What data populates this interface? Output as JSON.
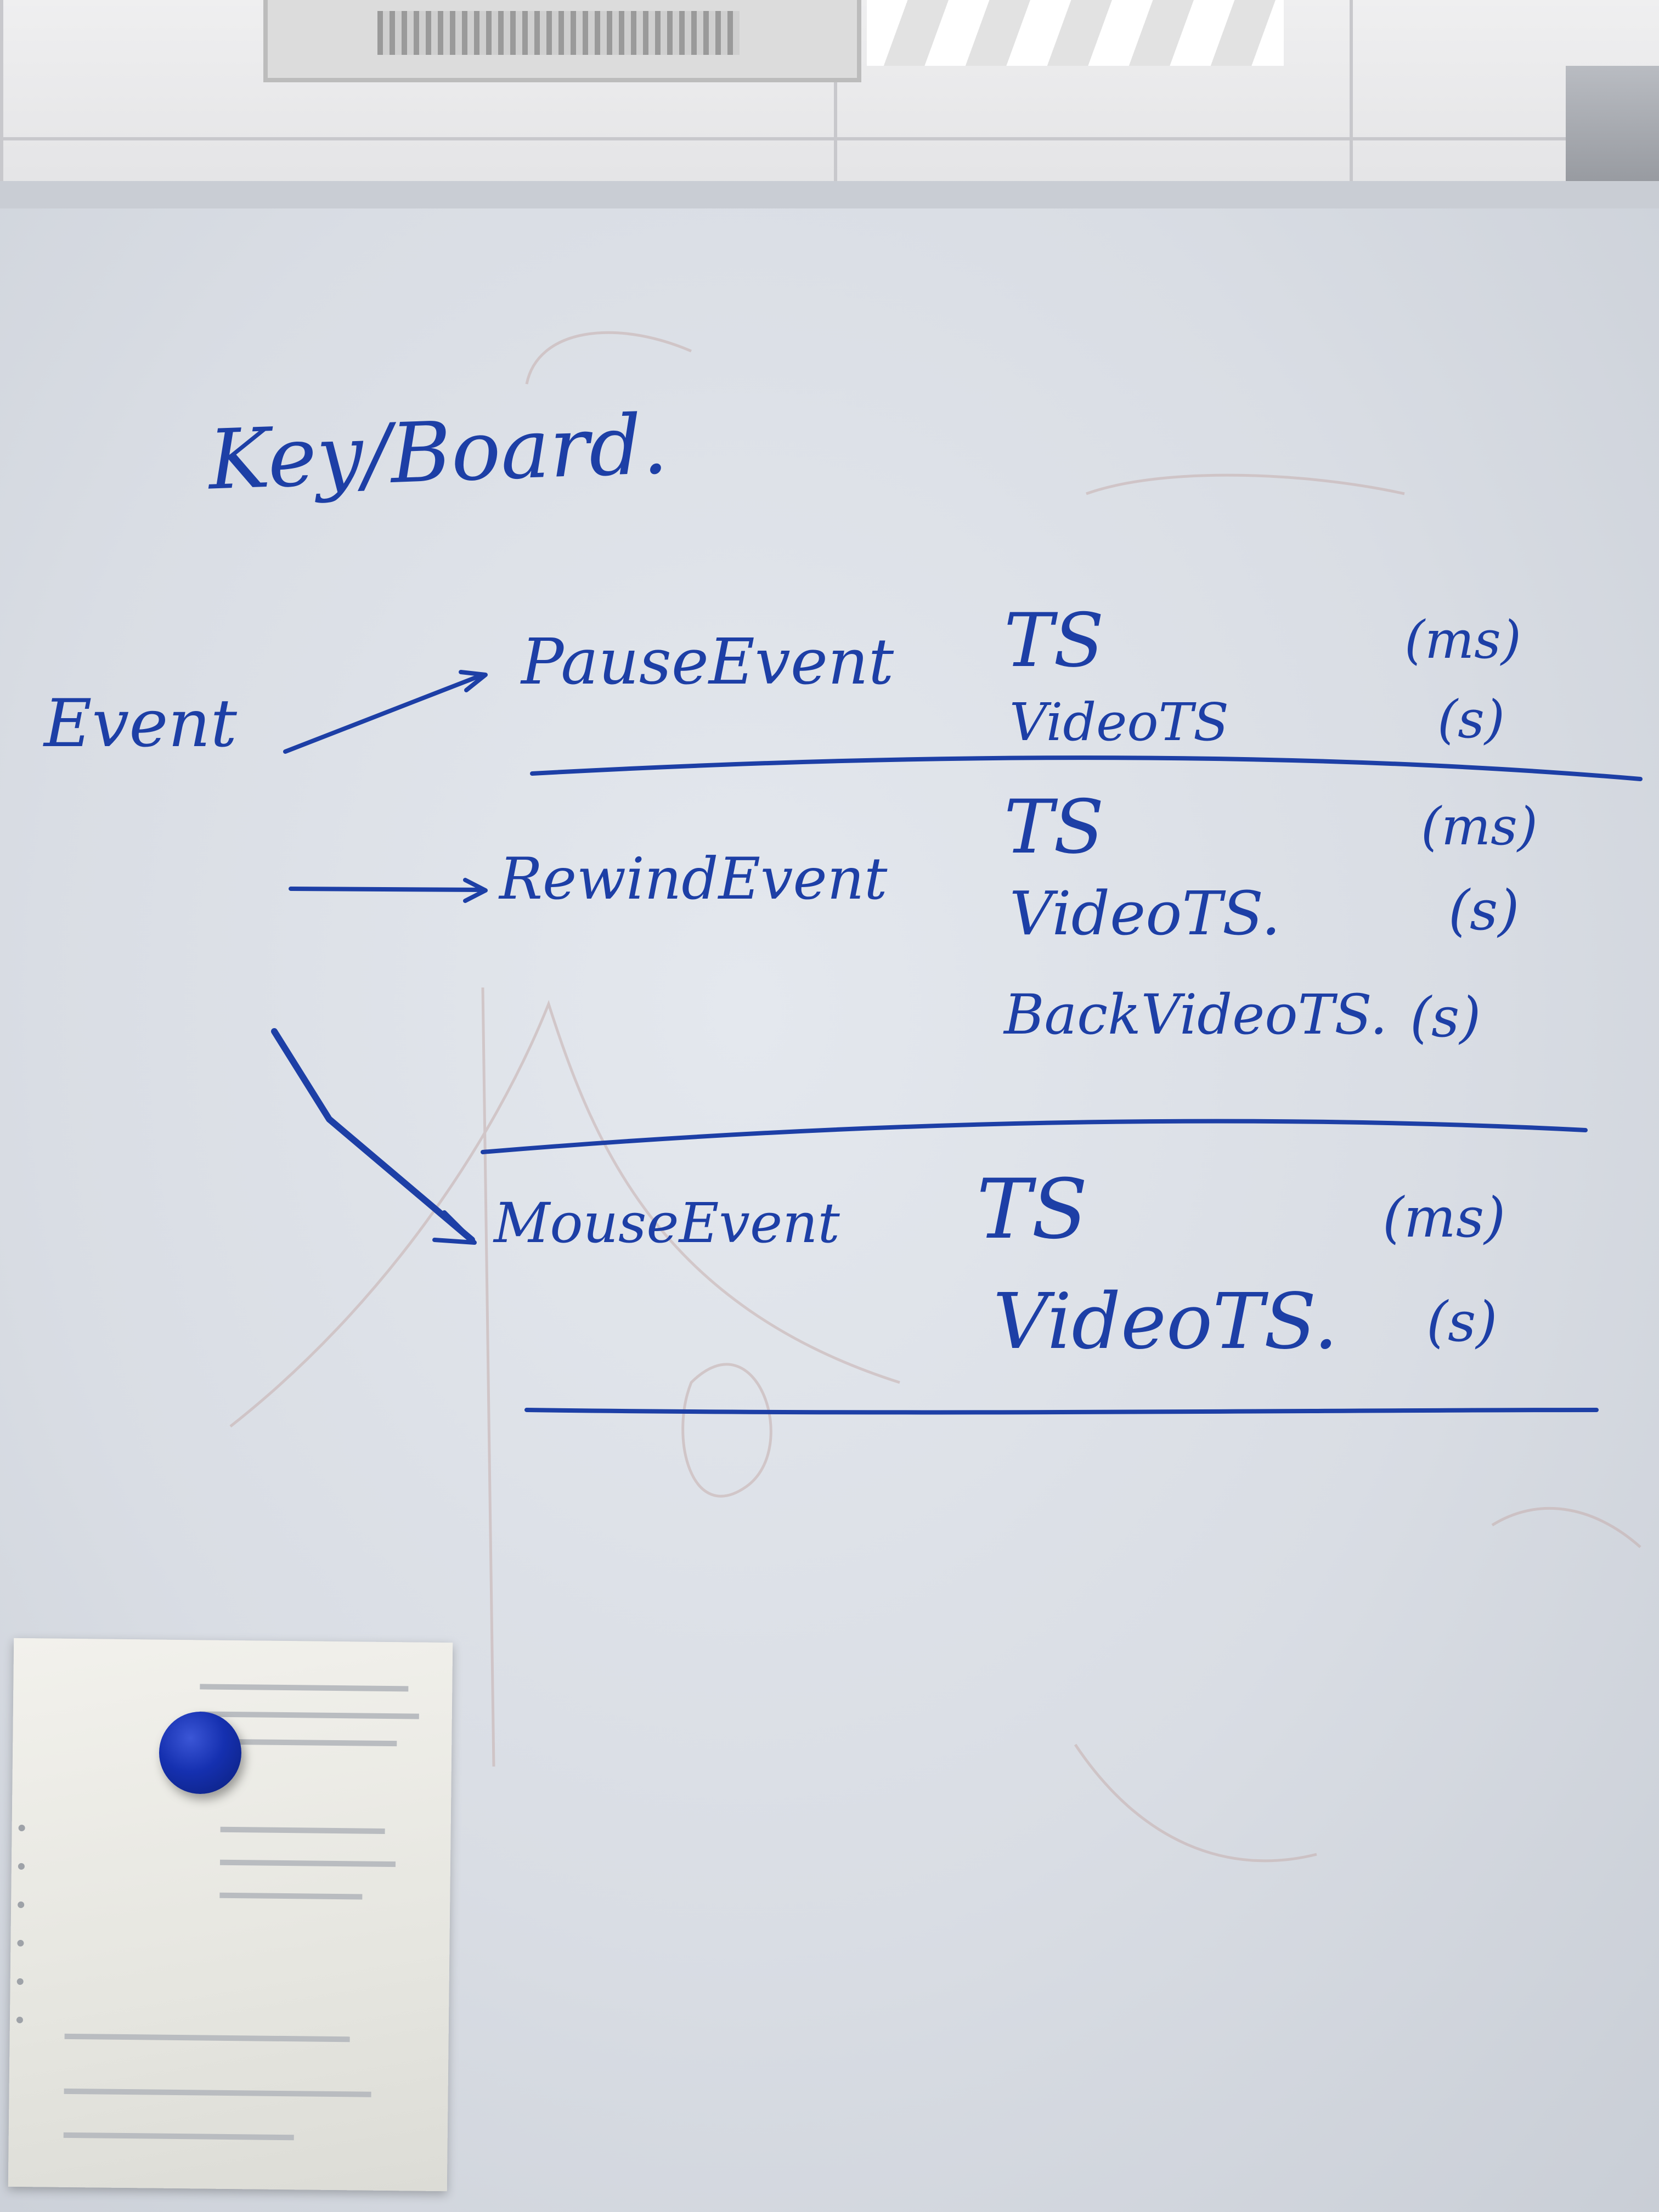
{
  "board": {
    "title": "Key/Board.",
    "root": "Event",
    "events": [
      {
        "name": "PauseEvent",
        "fields": [
          {
            "field": "TS",
            "unit": "(ms)"
          },
          {
            "field": "VideoTS",
            "unit": "(s)"
          }
        ]
      },
      {
        "name": "RewindEvent",
        "fields": [
          {
            "field": "TS",
            "unit": "(ms)"
          },
          {
            "field": "VideoTS.",
            "unit": "(s)"
          },
          {
            "field": "BackVideoTS.",
            "unit": "(s)"
          }
        ]
      },
      {
        "name": "MouseEvent",
        "fields": [
          {
            "field": "TS",
            "unit": "(ms)"
          },
          {
            "field": "VideoTS.",
            "unit": "(s)"
          }
        ]
      }
    ]
  },
  "colors": {
    "marker_ink": "#1d3fa6",
    "board": "#dde1e8",
    "magnet": "#1530b0"
  },
  "icon_names": [
    "magnet-icon"
  ]
}
